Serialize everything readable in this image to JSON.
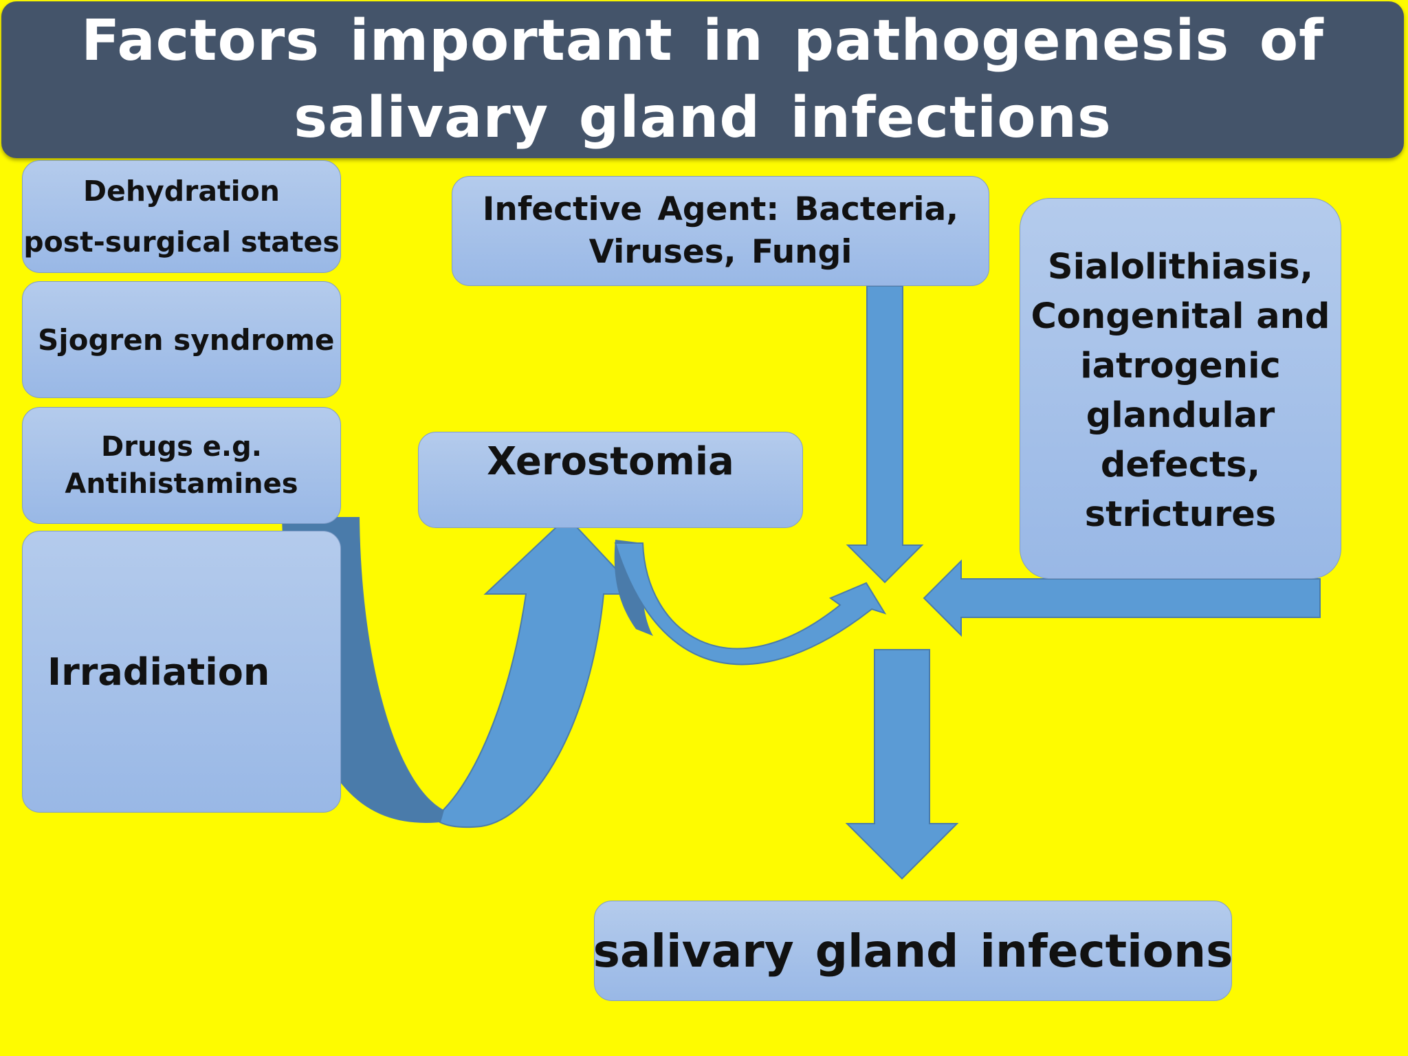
{
  "title": {
    "line1": "Factors important in pathogenesis of",
    "line2": "salivary gland infections"
  },
  "factors": {
    "dehydration": {
      "line1": "Dehydration",
      "line2": "post-surgical states"
    },
    "sjogren": "Sjogren syndrome",
    "drugs": {
      "line1": "Drugs e.g.",
      "line2": "Antihistamines"
    },
    "irradiation": "Irradiation"
  },
  "infective_agent": {
    "line1": "Infective Agent: Bacteria,",
    "line2": "Viruses, Fungi"
  },
  "xerostomia": "Xerostomia",
  "sialolithiasis": {
    "lines": [
      "Sialolithiasis,",
      "Congenital and",
      "iatrogenic",
      "glandular",
      "defects,",
      "strictures"
    ]
  },
  "outcome": "salivary gland infections",
  "colors": {
    "background": "#fefb00",
    "title_bar": "#44546a",
    "box_fill": "#a6c1ea",
    "arrow_fill": "#5b9bd5",
    "arrow_shade": "#4a7baa"
  }
}
